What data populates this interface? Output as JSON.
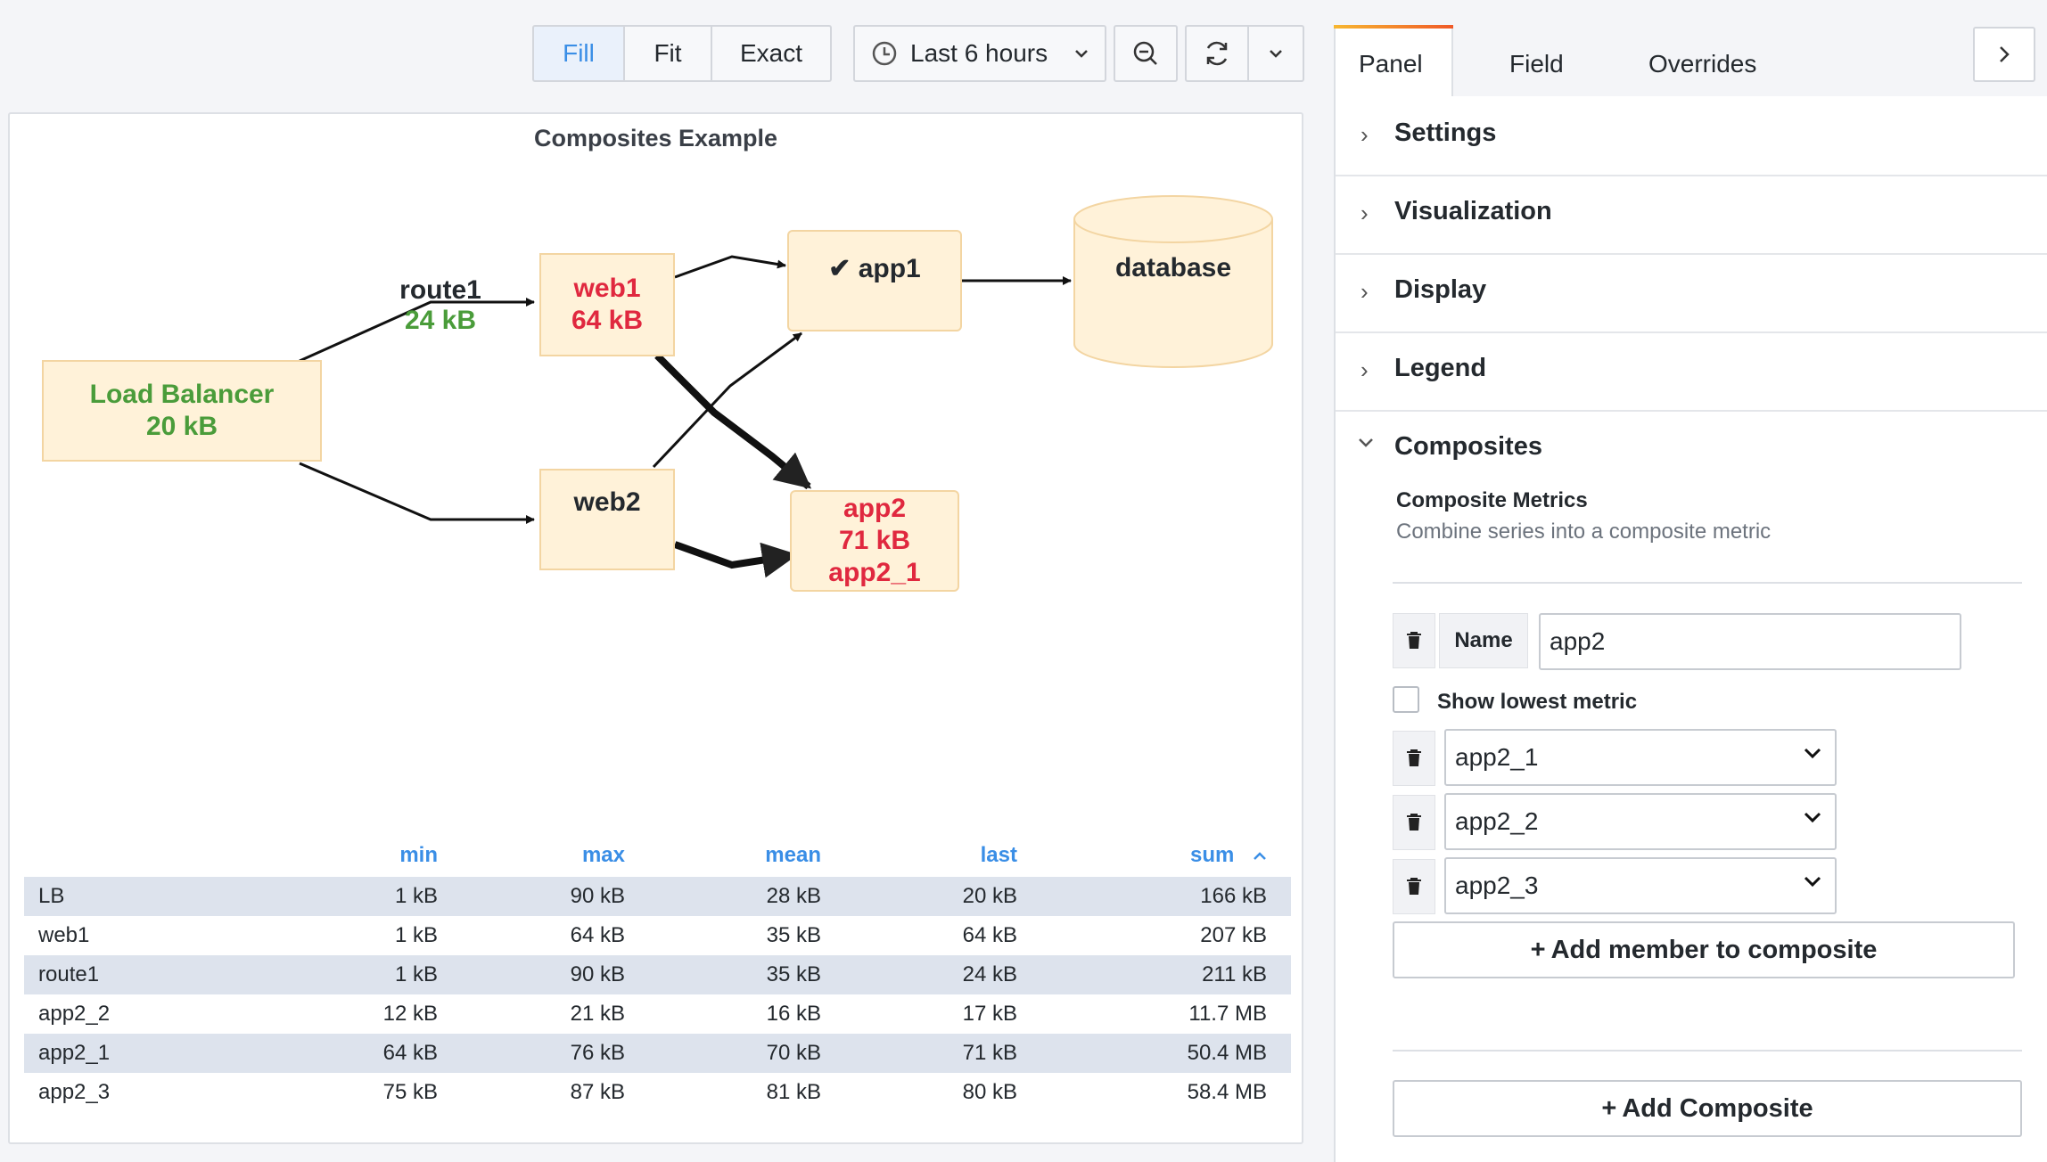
{
  "toolbar": {
    "fill": "Fill",
    "fit": "Fit",
    "exact": "Exact",
    "time_range": "Last 6 hours",
    "icons": [
      "clock-icon",
      "chevron-down-icon",
      "zoom-out-icon",
      "refresh-icon",
      "chevron-down-icon"
    ]
  },
  "panel": {
    "title": "Composites Example",
    "nodes": {
      "load_balancer": {
        "name": "Load Balancer",
        "value": "20 kB"
      },
      "route1": {
        "name": "route1",
        "value": "24 kB"
      },
      "web1": {
        "name": "web1",
        "value": "64 kB"
      },
      "web2": {
        "name": "web2"
      },
      "app1": {
        "name": "app1",
        "check": "✔"
      },
      "app2": {
        "name": "app2",
        "value": "71 kB",
        "member": "app2_1"
      },
      "database": {
        "name": "database"
      }
    },
    "table": {
      "columns": [
        "min",
        "max",
        "mean",
        "last",
        "sum"
      ],
      "sort_indicator": "^",
      "rows": [
        {
          "name": "LB",
          "min": "1 kB",
          "max": "90 kB",
          "mean": "28 kB",
          "last": "20 kB",
          "sum": "166 kB"
        },
        {
          "name": "web1",
          "min": "1 kB",
          "max": "64 kB",
          "mean": "35 kB",
          "last": "64 kB",
          "sum": "207 kB"
        },
        {
          "name": "route1",
          "min": "1 kB",
          "max": "90 kB",
          "mean": "35 kB",
          "last": "24 kB",
          "sum": "211 kB"
        },
        {
          "name": "app2_2",
          "min": "12 kB",
          "max": "21 kB",
          "mean": "16 kB",
          "last": "17 kB",
          "sum": "11.7 MB"
        },
        {
          "name": "app2_1",
          "min": "64 kB",
          "max": "76 kB",
          "mean": "70 kB",
          "last": "71 kB",
          "sum": "50.4 MB"
        },
        {
          "name": "app2_3",
          "min": "75 kB",
          "max": "87 kB",
          "mean": "81 kB",
          "last": "80 kB",
          "sum": "58.4 MB"
        }
      ]
    }
  },
  "options": {
    "tabs": [
      "Panel",
      "Field",
      "Overrides"
    ],
    "active_tab": "Panel",
    "sections": [
      "Settings",
      "Visualization",
      "Display",
      "Legend"
    ],
    "composites": {
      "label": "Composites",
      "metrics_title": "Composite Metrics",
      "metrics_desc": "Combine series into a composite metric",
      "name_label": "Name",
      "name_value": "app2",
      "show_lowest": "Show lowest metric",
      "show_lowest_checked": false,
      "members": [
        "app2_1",
        "app2_2",
        "app2_3"
      ],
      "add_member": "Add member to composite",
      "add_composite": "Add Composite"
    }
  },
  "colors": {
    "accent": "#3a8ee6",
    "ok_green": "#4a9c3a",
    "alert_red": "#e0283f",
    "node_fill": "#fff2d9"
  }
}
